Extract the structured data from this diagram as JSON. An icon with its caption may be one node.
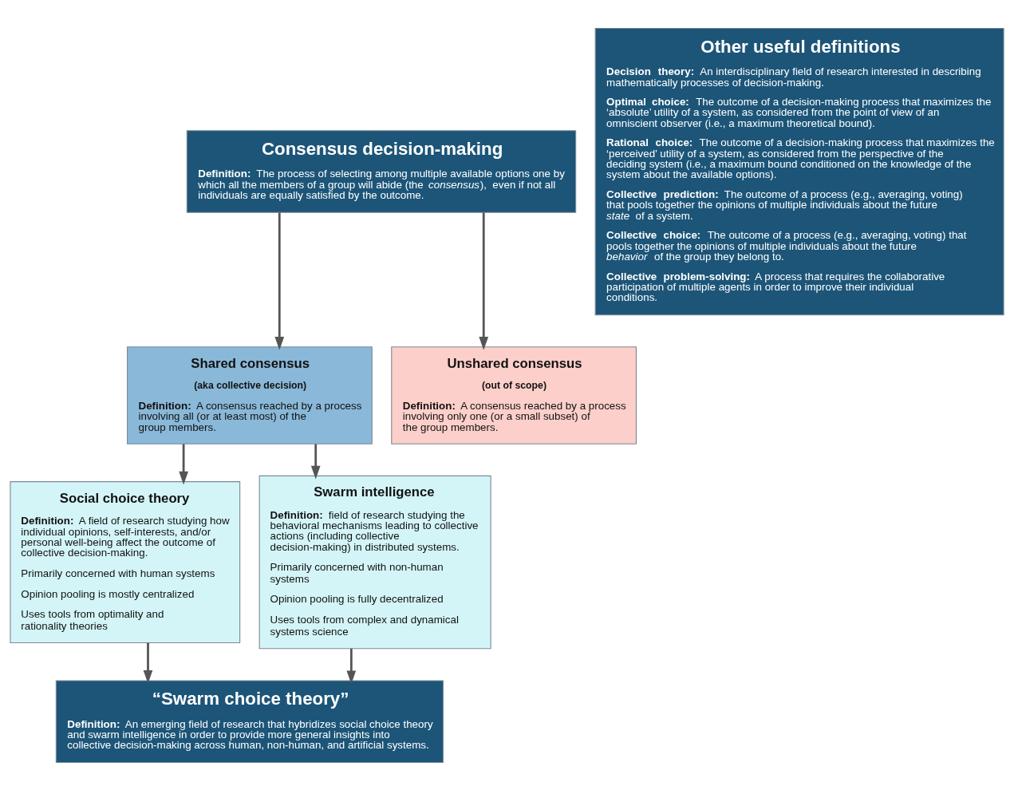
{
  "diagram": {
    "nodes": [
      {
        "text": [
          "Consensus decision-making",
          "**Definition:** The process of selecting among multiple available options one by which all the members of a group will abide (the *consensus*), even if not all individuals are equally satisfied by the outcome."
        ]
      },
      {
        "text": [
          "Shared consensus",
          "(aka collective decision)",
          "**Definition:** A consensus reached by a process involving all (or at least most) of the group members."
        ]
      },
      {
        "text": [
          "Unshared consensus",
          "(out of scope)",
          "**Definition:** A consensus reached by a process involving only one (or a small subset) of the group members."
        ]
      },
      {
        "text": [
          "Social choice theory",
          "**Definition:** A field of research studying how individual opinions, self-interests, and/or personal well-being affect the outcome of collective decision-making.",
          "Primarily concerned with human systems",
          "Opinion pooling is mostly centralized",
          "Uses tools from optimality and rationality theories"
        ]
      },
      {
        "text": [
          "Swarm intelligence",
          "**Definition:** field of research studying the behavioral mechanisms leading to collective actions (including collective decision-making) in distributed systems.",
          "Primarily concerned with non-human systems",
          "Opinion pooling is fully decentralized",
          "Uses tools from complex and dynamical systems science"
        ]
      },
      {
        "text": [
          "“Swarm choice theory”",
          "**Definition:** An emerging field of research that hybridizes social choice theory and swarm intelligence in order to provide more general insights into collective decision-making across human, non-human, and artificial systems."
        ]
      },
      {
        "text": [
          "Other useful definitions",
          "**Decision theory:** An interdisciplinary field of research interested in describing mathematically processes of decision-making.",
          "**Optimal choice:** The outcome of a decision-making process that maximizes the ‘absolute’ utility of a system, as considered from the point of view of an omniscient observer (i.e., a maximum theoretical bound).",
          "**Rational choice:** The outcome of a decision-making process that maximizes the ‘perceived’ utility of a system, as considered from the perspective of the deciding system (i.e., a maximum bound conditioned on the knowledge of the system about the available options).",
          "**Collective prediction:** The outcome of a process (e.g., averaging, voting) that pools together the opinions of multiple individuals about the future *state* of a system.",
          "**Collective choice:** The outcome of a process (e.g., averaging, voting) that pools together the opinions of multiple individuals about the future *behavior* of the group they belong to.",
          "**Collective problem-solving:** A process that requires the collaborative participation of multiple agents in order to improve their individual conditions."
        ]
      }
    ],
    "edges": [
      {
        "from": 0,
        "to": 1,
        "arrow": "to"
      },
      {
        "from": 0,
        "to": 2,
        "arrow": "to"
      },
      {
        "from": 1,
        "to": 3,
        "arrow": "to"
      },
      {
        "from": 1,
        "to": 4,
        "arrow": "to"
      },
      {
        "from": 3,
        "to": 5,
        "arrow": "to"
      },
      {
        "from": 4,
        "to": 5,
        "arrow": "to"
      }
    ]
  }
}
